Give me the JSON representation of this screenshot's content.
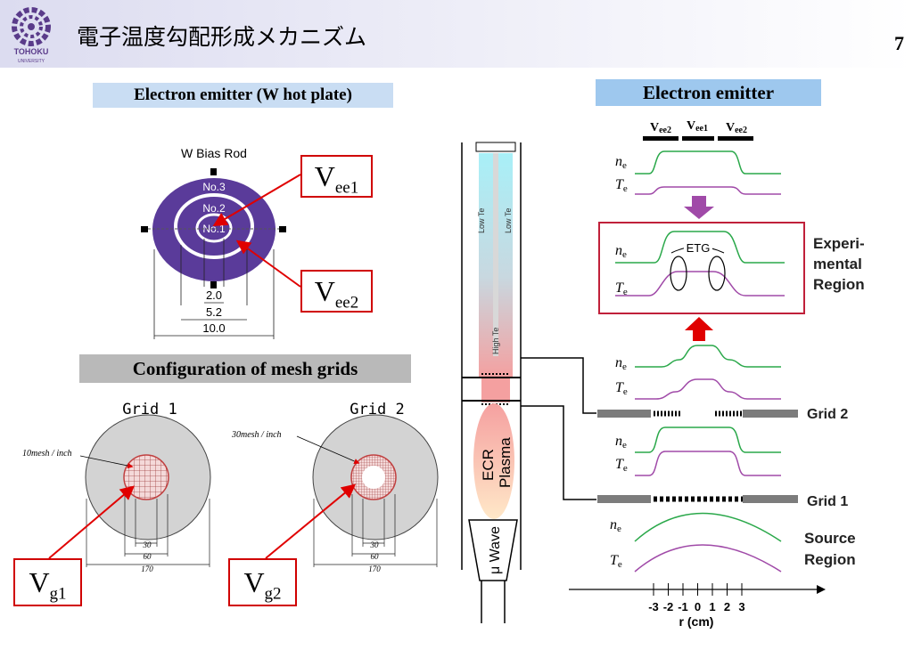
{
  "header": {
    "title": "電子温度勾配形成メカニズム",
    "page_number": "7",
    "logo_text": "TOHOKU",
    "logo_subtext": "UNIVERSITY"
  },
  "labels": {
    "emitter_w": "Electron emitter (W hot plate)",
    "emitter": "Electron emitter",
    "mesh": "Configuration of mesh grids"
  },
  "plate": {
    "bias_rod": "W  Bias Rod",
    "rings": [
      "No.3",
      "No.2",
      "No.1"
    ],
    "dims": [
      "2.0",
      "5.2",
      "10.0"
    ]
  },
  "vboxes": {
    "vee1": {
      "base": "V",
      "sub": "ee1"
    },
    "vee2": {
      "base": "V",
      "sub": "ee2"
    },
    "vg1": {
      "base": "V",
      "sub": "g1"
    },
    "vg2": {
      "base": "V",
      "sub": "g2"
    }
  },
  "grids": {
    "grid1": {
      "title": "Grid 1",
      "mesh": "10mesh / inch",
      "dims": [
        "30",
        "60",
        "170"
      ]
    },
    "grid2": {
      "title": "Grid 2",
      "mesh": "30mesh / inch",
      "dims": [
        "30",
        "60",
        "170"
      ]
    }
  },
  "device": {
    "low_te": "Low Te",
    "high_te": "High Te",
    "plasma_line1": "ECR",
    "plasma_line2": "Plasma",
    "wave": "μ Wave"
  },
  "profiles": {
    "top_labels": [
      {
        "base": "V",
        "sub": "ee2"
      },
      {
        "base": "V",
        "sub": "ee1"
      },
      {
        "base": "V",
        "sub": "ee2"
      }
    ],
    "ne": "n",
    "ne_sub": "e",
    "te": "T",
    "te_sub": "e",
    "etg": "ETG",
    "experimental_region": [
      "Experi-",
      "mental",
      "Region"
    ],
    "grid2": "Grid 2",
    "grid1": "Grid 1",
    "source_region": [
      "Source",
      "Region"
    ],
    "axis_ticks": [
      "-3",
      "-2",
      "-1",
      "0",
      "1",
      "2",
      "3"
    ],
    "axis_label": "r (cm)"
  },
  "colors": {
    "ne_line": "#2aa84a",
    "te_line": "#a04aa8",
    "arrow_red": "#e00000",
    "arrow_purple": "#a04aa8",
    "plate_purple": "#5a3b9a",
    "header_tint": "#dcdcf0"
  }
}
